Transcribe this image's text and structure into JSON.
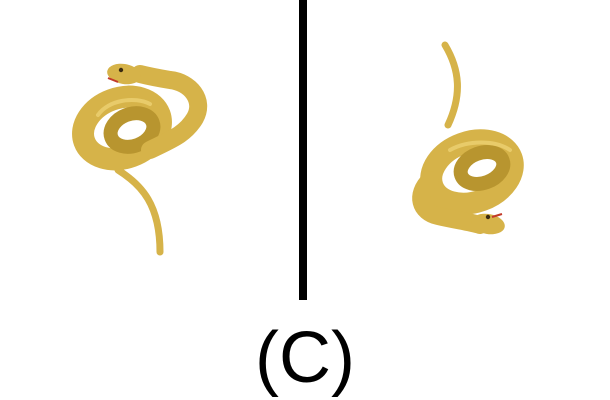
{
  "caption": "(C)",
  "colors": {
    "background": "#ffffff",
    "divider": "#000000",
    "caption": "#000000",
    "snake_body": "#d6b349",
    "snake_shadow": "#b8952f",
    "snake_highlight": "#e8cb6a",
    "snake_eye": "#3a2a10",
    "snake_mouth": "#c23a2a"
  },
  "panels": [
    {
      "name": "left",
      "subject": "snake-icon"
    },
    {
      "name": "right",
      "subject": "snake-icon"
    }
  ]
}
